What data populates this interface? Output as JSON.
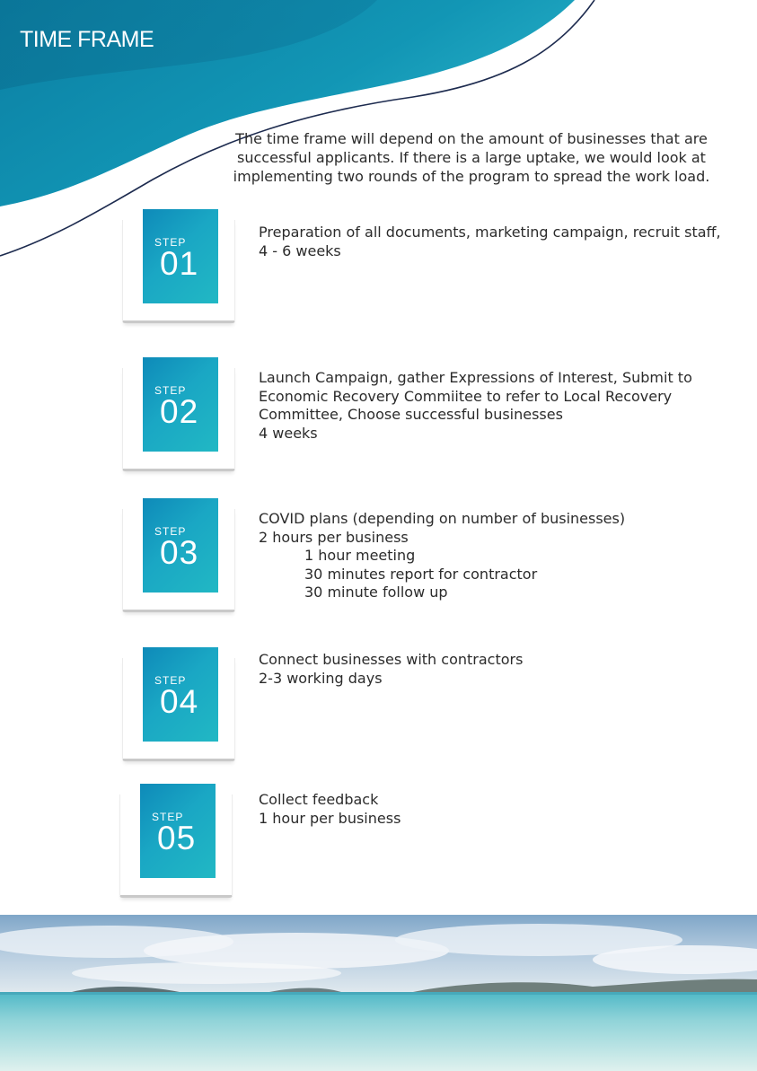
{
  "page": {
    "title": "TIME FRAME",
    "intro": "The time frame will depend on the amount of businesses that are successful applicants. If there is a large uptake, we would look at implementing two rounds of the program to spread the work load."
  },
  "colors": {
    "teal_dark": "#0a6f8f",
    "teal": "#1aa7c4",
    "navy_line": "#1d2b4f"
  },
  "steps": [
    {
      "word": "STEP",
      "number": "01",
      "lines": [
        {
          "text": "Preparation of all documents, marketing campaign, recruit staff,"
        },
        {
          "text": "4 - 6 weeks"
        }
      ]
    },
    {
      "word": "STEP",
      "number": "02",
      "lines": [
        {
          "text": "Launch Campaign, gather Expressions of Interest, Submit to"
        },
        {
          "text": "Economic Recovery Commiitee to refer to Local Recovery"
        },
        {
          "text": "Committee, Choose successful businesses"
        },
        {
          "text": "4 weeks"
        }
      ]
    },
    {
      "word": "STEP",
      "number": "03",
      "lines": [
        {
          "text": "COVID plans (depending on number of businesses)"
        },
        {
          "text": "2 hours per business"
        },
        {
          "text": "1 hour meeting",
          "indent": true
        },
        {
          "text": "30 minutes report for contractor",
          "indent": true
        },
        {
          "text": "30 minute follow up",
          "indent": true
        }
      ]
    },
    {
      "word": "STEP",
      "number": "04",
      "lines": [
        {
          "text": "Connect businesses with contractors"
        },
        {
          "text": "2-3 working days"
        }
      ]
    },
    {
      "word": "STEP",
      "number": "05",
      "lines": [
        {
          "text": "Collect feedback"
        },
        {
          "text": "1 hour per business"
        }
      ]
    }
  ]
}
